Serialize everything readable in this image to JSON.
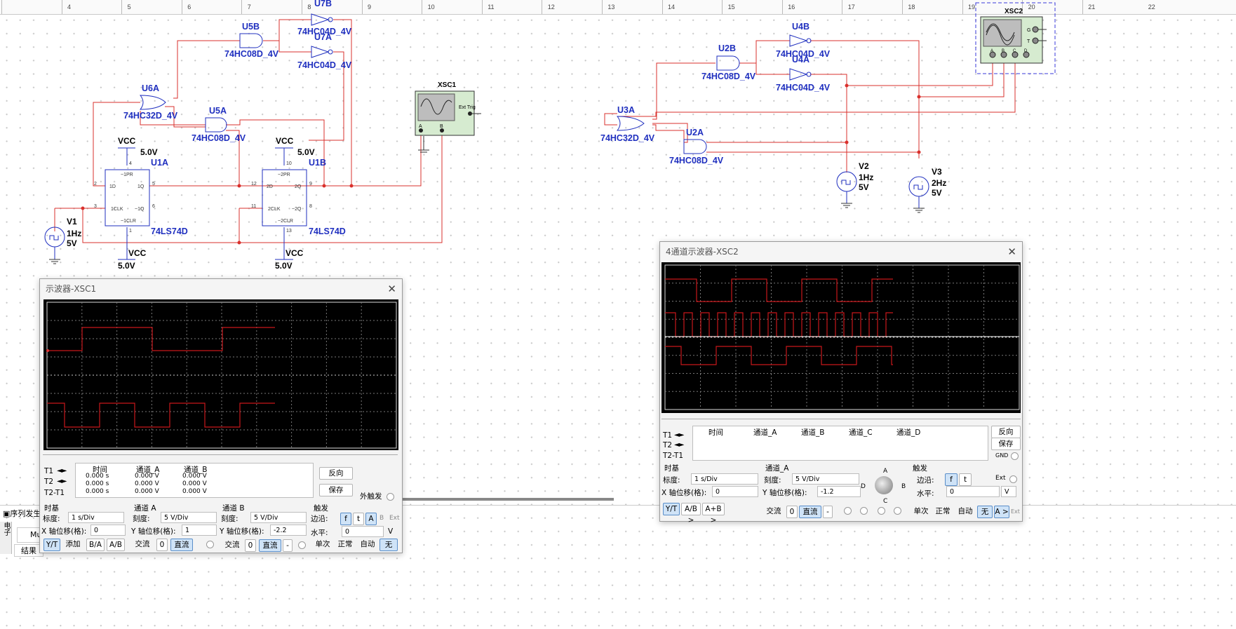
{
  "ruler": [
    "4",
    "5",
    "6",
    "7",
    "8",
    "9",
    "10",
    "11",
    "12",
    "13",
    "14",
    "15",
    "16",
    "17",
    "18",
    "19",
    "20",
    "21",
    "22"
  ],
  "circuit1": {
    "u7b": {
      "ref": "U7B",
      "part": "74HC04D_4V"
    },
    "u7a": {
      "ref": "U7A",
      "part": "74HC04D_4V"
    },
    "u5b": {
      "ref": "U5B",
      "part": "74HC08D_4V"
    },
    "u6a": {
      "ref": "U6A",
      "part": "74HC32D_4V"
    },
    "u5a": {
      "ref": "U5A",
      "part": "74HC08D_4V"
    },
    "u1a": {
      "ref": "U1A",
      "part": "74LS74D",
      "pins": [
        "~1PR",
        "1D",
        "1Q",
        "1CLK",
        "~1Q",
        "~1CLR",
        "4",
        "2",
        "5",
        "3",
        "6",
        "1"
      ]
    },
    "u1b": {
      "ref": "U1B",
      "part": "74LS74D",
      "pins": [
        "~2PR",
        "2D",
        "2Q",
        "2CLK",
        "~2Q",
        "~2CLR",
        "10",
        "12",
        "9",
        "11",
        "8",
        "13"
      ]
    },
    "vcc": {
      "label": "VCC",
      "value": "5.0V"
    },
    "xsc1": {
      "ref": "XSC1",
      "ext": "Ext Trig",
      "a": "A",
      "b": "B"
    },
    "v1": {
      "ref": "V1",
      "freq": "1Hz",
      "amp": "5V"
    }
  },
  "circuit2": {
    "u4b": {
      "ref": "U4B",
      "part": "74HC04D_4V"
    },
    "u4a": {
      "ref": "U4A",
      "part": "74HC04D_4V"
    },
    "u2b": {
      "ref": "U2B",
      "part": "74HC08D_4V"
    },
    "u3a": {
      "ref": "U3A",
      "part": "74HC32D_4V"
    },
    "u2a": {
      "ref": "U2A",
      "part": "74HC08D_4V"
    },
    "v2": {
      "ref": "V2",
      "freq": "1Hz",
      "amp": "5V"
    },
    "v3": {
      "ref": "V3",
      "freq": "2Hz",
      "amp": "5V"
    },
    "xsc2": {
      "ref": "XSC2",
      "g": "G",
      "t": "T",
      "chans": [
        "A",
        "B",
        "C",
        "D"
      ]
    }
  },
  "osc1": {
    "title": "示波器-XSC1",
    "table_headers": [
      "时间",
      "通道_A",
      "通道_B"
    ],
    "rows": [
      {
        "label": "T1",
        "time": "0.000 s",
        "a": "0.000 V",
        "b": "0.000 V"
      },
      {
        "label": "T2",
        "time": "0.000 s",
        "a": "0.000 V",
        "b": "0.000 V"
      },
      {
        "label": "T2-T1",
        "time": "0.000 s",
        "a": "0.000 V",
        "b": "0.000 V"
      }
    ],
    "btn_reverse": "反向",
    "btn_save": "保存",
    "ext_trigger": "外触发",
    "timebase": {
      "title": "时基",
      "scale_label": "标度:",
      "scale": "1 s/Div",
      "xpos_label": "X 轴位移(格):",
      "xpos": "0",
      "modes": [
        "Y/T",
        "添加",
        "B/A",
        "A/B"
      ]
    },
    "cha": {
      "title": "通道 A",
      "scale_label": "刻度:",
      "scale": "5 V/Div",
      "ypos_label": "Y 轴位移(格):",
      "ypos": "1",
      "coupling": [
        "交流",
        "0",
        "直流"
      ]
    },
    "chb": {
      "title": "通道 B",
      "scale_label": "刻度:",
      "scale": "5 V/Div",
      "ypos_label": "Y 轴位移(格):",
      "ypos": "-2.2",
      "coupling": [
        "交流",
        "0",
        "直流",
        "-"
      ]
    },
    "trigger": {
      "title": "触发",
      "edge_label": "边沿:",
      "edges": [
        "f",
        "t"
      ],
      "sources": [
        "A",
        "B",
        "Ext"
      ],
      "level_label": "水平:",
      "level": "0",
      "unit": "V",
      "modes": [
        "单次",
        "正常",
        "自动",
        "无"
      ]
    }
  },
  "osc2": {
    "title": "4通道示波器-XSC2",
    "table_headers": [
      "时间",
      "通道_A",
      "通道_B",
      "通道_C",
      "通道_D"
    ],
    "rows_labels": [
      "T1",
      "T2",
      "T2-T1"
    ],
    "btn_reverse": "反向",
    "btn_save": "保存",
    "gnd": "GND",
    "timebase": {
      "title": "时基",
      "scale_label": "标度:",
      "scale": "1 s/Div",
      "xpos_label": "X 轴位移(格):",
      "xpos": "0",
      "modes": [
        "Y/T",
        "A/B >",
        "A+B >"
      ]
    },
    "cha": {
      "title": "通道_A",
      "scale_label": "刻度:",
      "scale": "5 V/Div",
      "ypos_label": "Y 轴位移(格):",
      "ypos": "-1.2",
      "coupling": [
        "交流",
        "0",
        "直流",
        "-"
      ],
      "knob": [
        "A",
        "B",
        "C",
        "D"
      ]
    },
    "trigger": {
      "title": "触发",
      "edge_label": "边沿:",
      "edges": [
        "f",
        "t"
      ],
      "ext": "Ext",
      "level_label": "水平:",
      "level": "0",
      "unit": "V",
      "modes": [
        "单次",
        "正常",
        "自动",
        "无",
        "A >",
        "Ext"
      ]
    }
  },
  "status": {
    "tab1": "序列发生",
    "tab2": "结果",
    "side": "电子",
    "mu": "Mu"
  },
  "colors": {
    "wire": "#d9302c",
    "component": "#1f2fbf",
    "trace": "#c8171b",
    "screen": "#000000"
  }
}
